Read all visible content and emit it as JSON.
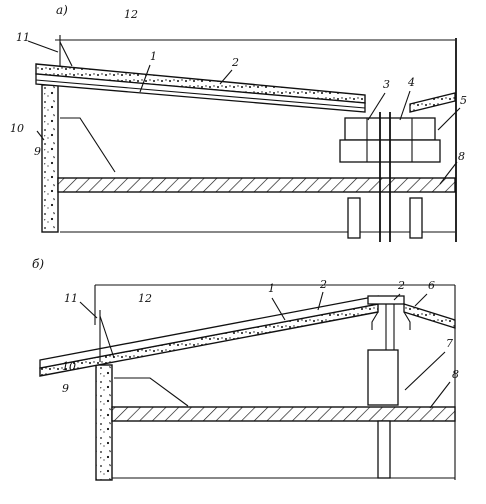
{
  "panel_a": {
    "panel_label": "а)",
    "labels": [
      "12",
      "11",
      "1",
      "2",
      "3",
      "4",
      "5",
      "10",
      "9",
      "8"
    ]
  },
  "panel_b": {
    "panel_label": "б)",
    "labels": [
      "11",
      "12",
      "1",
      "2",
      "2",
      "6",
      "7",
      "10",
      "9",
      "8"
    ]
  },
  "colors": {
    "ink": "#111111",
    "paper": "#ffffff"
  }
}
